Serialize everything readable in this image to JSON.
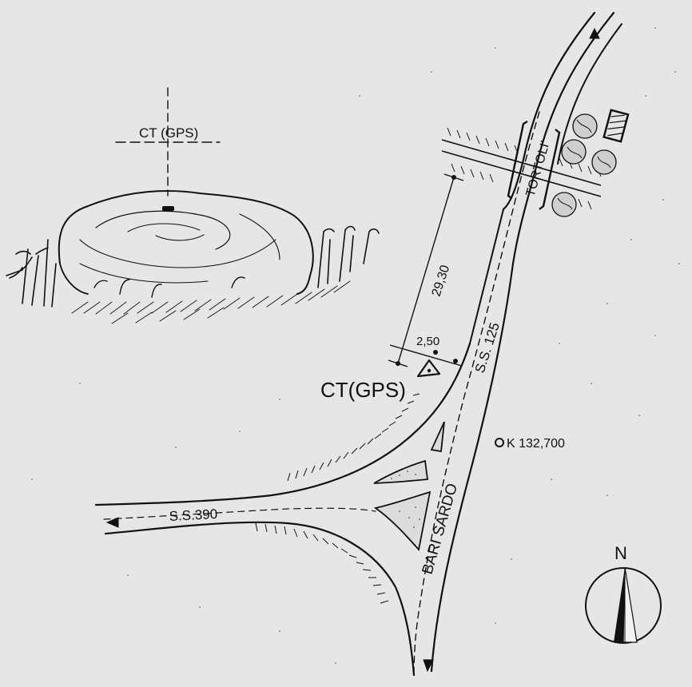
{
  "sketch": {
    "marker_label": "CT (GPS)"
  },
  "map": {
    "point_label": "CT(GPS)",
    "distance_along_road": "29,30",
    "offset_from_road": "2,50",
    "road_main": "S.S. 125",
    "road_branch": "S.S.390",
    "town_north": "TORTOLI'",
    "town_south": "BARI SARDO",
    "km_marker": "K 132,700",
    "north_label": "N"
  }
}
